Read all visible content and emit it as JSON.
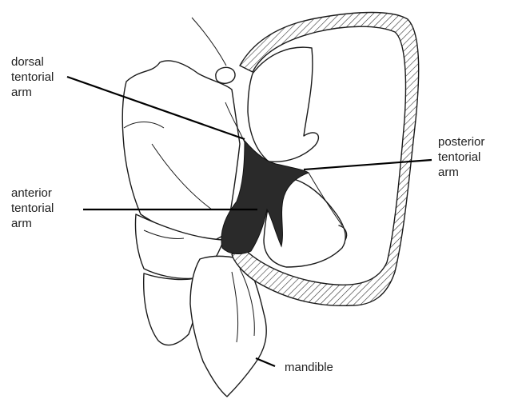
{
  "labels": {
    "dorsal": [
      "dorsal",
      "tentorial",
      "arm"
    ],
    "anterior": [
      "anterior",
      "tentorial",
      "arm"
    ],
    "posterior": [
      "posterior",
      "tentorial",
      "arm"
    ],
    "mandible": "mandible"
  }
}
